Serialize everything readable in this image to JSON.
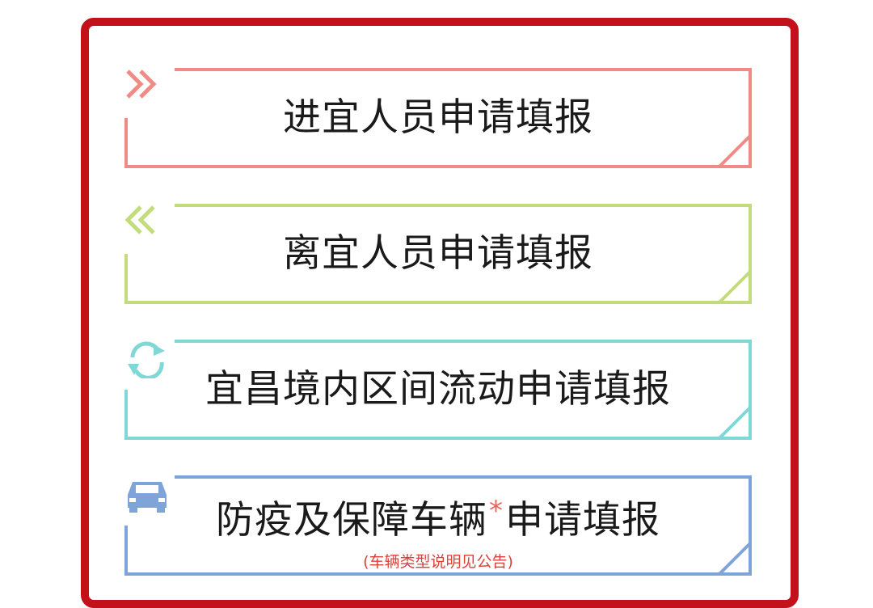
{
  "items": [
    {
      "label": "进宜人员申请填报",
      "icon": "double-chevron-right-icon",
      "color": "#f08a85"
    },
    {
      "label": "离宜人员申请填报",
      "icon": "double-chevron-left-icon",
      "color": "#c3dc7b"
    },
    {
      "label": "宜昌境内区间流动申请填报",
      "icon": "refresh-icon",
      "color": "#7fd8d6"
    },
    {
      "label_before_star": "防疫及保障车辆",
      "star": "*",
      "label_after_star": "申请填报",
      "note": "(车辆类型说明见公告)",
      "icon": "car-icon",
      "color": "#7fa4d8"
    }
  ],
  "colors": {
    "frame": "#c4101b",
    "text": "#1a1a1a",
    "note": "#d9433a"
  }
}
